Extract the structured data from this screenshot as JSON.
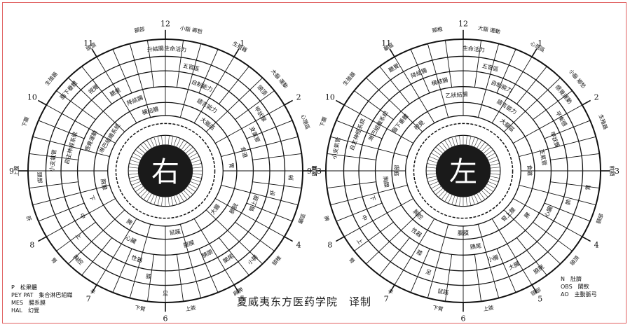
{
  "credit": "夏威夷东方医药学院　译制",
  "legend_left": [
    "P　松果體",
    "PEY PAT　集合淋巴組織",
    "MES　腸系膜",
    "HAL　幻覺"
  ],
  "legend_right": [
    "N　肚臍",
    "OBS　闌軟",
    "AO　主動脈弓"
  ],
  "charts": [
    {
      "id": "right",
      "center_label": "右",
      "hours": [
        "12",
        "1",
        "2",
        "3",
        "4",
        "5",
        "6",
        "7",
        "8",
        "9",
        "10",
        "11"
      ],
      "outer_labels": [
        "小腦 鄉愁",
        "生殖器",
        "大腦 運動",
        "心理區",
        "前額",
        "顳區",
        "頸椎",
        "肩胛",
        "上肢",
        "下臂",
        "手",
        "腎",
        "肝",
        "上腹",
        "下腹",
        "生殖器",
        "頭頂",
        "額部"
      ],
      "zone_labels": [
        "生命活力",
        "五官區",
        "自制能力",
        "語言能力",
        "大腦區",
        "頭頂",
        "甲狀腺",
        "支氣管",
        "食道",
        "胃",
        "肺",
        "肝",
        "腎上腺",
        "膀胱",
        "大腸",
        "小腸",
        "闌尾",
        "胰頭",
        "腹膜",
        "鼠蹊",
        "足",
        "膝",
        "性器",
        "心臟",
        "脾",
        "胸腔",
        "上",
        "中",
        "下",
        "胸腺",
        "頸部",
        "小支氣管",
        "自主神經系統",
        "感覺運動",
        "淋巴組織系統",
        "腦下垂體",
        "視覺",
        "聽覺",
        "降結腸",
        "橫結腸",
        "升結腸"
      ]
    },
    {
      "id": "left",
      "center_label": "左",
      "hours": [
        "12",
        "1",
        "2",
        "3",
        "4",
        "5",
        "6",
        "7",
        "8",
        "9",
        "10",
        "11"
      ],
      "outer_labels": [
        "大腦 運動",
        "心理區",
        "小腦 鄉愁",
        "生殖器",
        "前額",
        "額部",
        "頭頂",
        "頸部",
        "上肢",
        "下臂",
        "手",
        "腎",
        "脾",
        "上腹",
        "下腹",
        "生殖器",
        "顳區",
        "頸椎"
      ],
      "zone_labels": [
        "生命活力",
        "五官區",
        "自制能力",
        "語言能力",
        "大腦區",
        "感覺運動",
        "平衡感",
        "甲狀腺",
        "支氣管",
        "食道",
        "胃",
        "肺",
        "心臟",
        "脾",
        "腎上腺",
        "膀胱",
        "大腸",
        "小腸",
        "胰尾",
        "腹膜",
        "鼠蹊",
        "足",
        "膝",
        "性器",
        "胸腔",
        "上",
        "中",
        "下",
        "胸腺",
        "頸部",
        "小支氣管",
        "自主神經系統",
        "淋巴組織系統",
        "腦下垂體",
        "視覺",
        "聽覺",
        "降結腸",
        "橫結腸",
        "乙狀結腸"
      ]
    }
  ]
}
